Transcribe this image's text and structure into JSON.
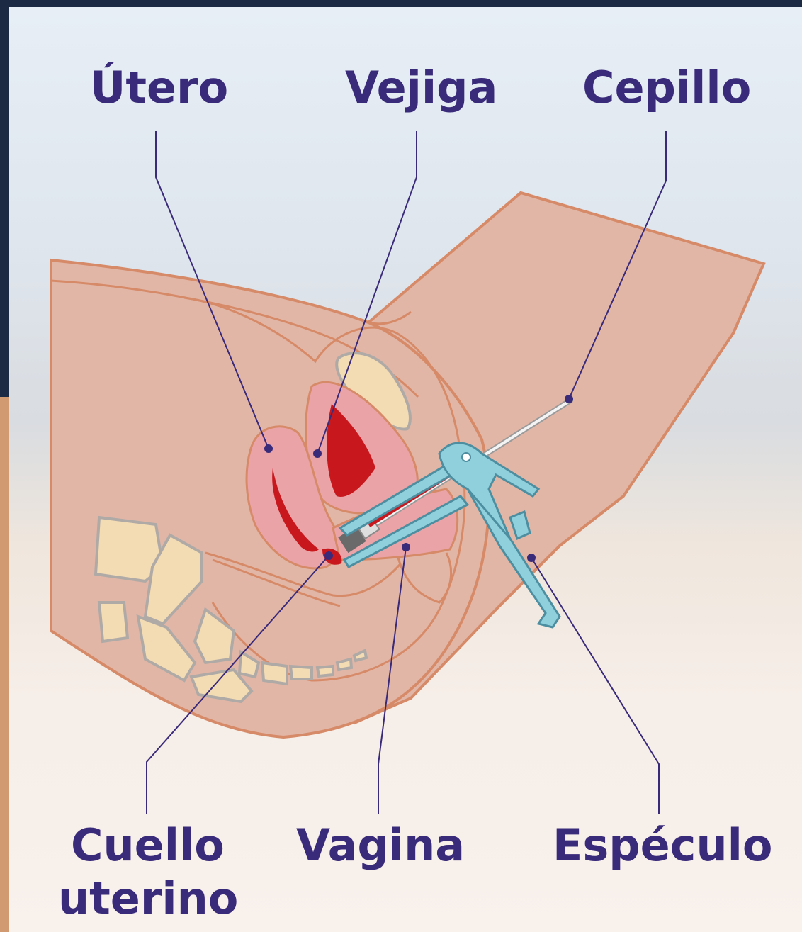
{
  "labels": {
    "utero": "Útero",
    "vejiga": "Vejiga",
    "cepillo": "Cepillo",
    "cuello_line1": "Cuello",
    "cuello_line2": "uterino",
    "vagina": "Vagina",
    "especulo": "Espéculo"
  },
  "colors": {
    "label_text": "#3a2a7a",
    "leader_line": "#3a2a7a",
    "skin_fill": "#e2b6a6",
    "skin_outline": "#d68a68",
    "organ_pink": "#eaa4a8",
    "uterus_cavity": "#c8181e",
    "bone_fill": "#f3dbb4",
    "bone_outline": "#b0aaa6",
    "speculum": "#8fd0dc",
    "speculum_outline": "#4d8ea0"
  }
}
